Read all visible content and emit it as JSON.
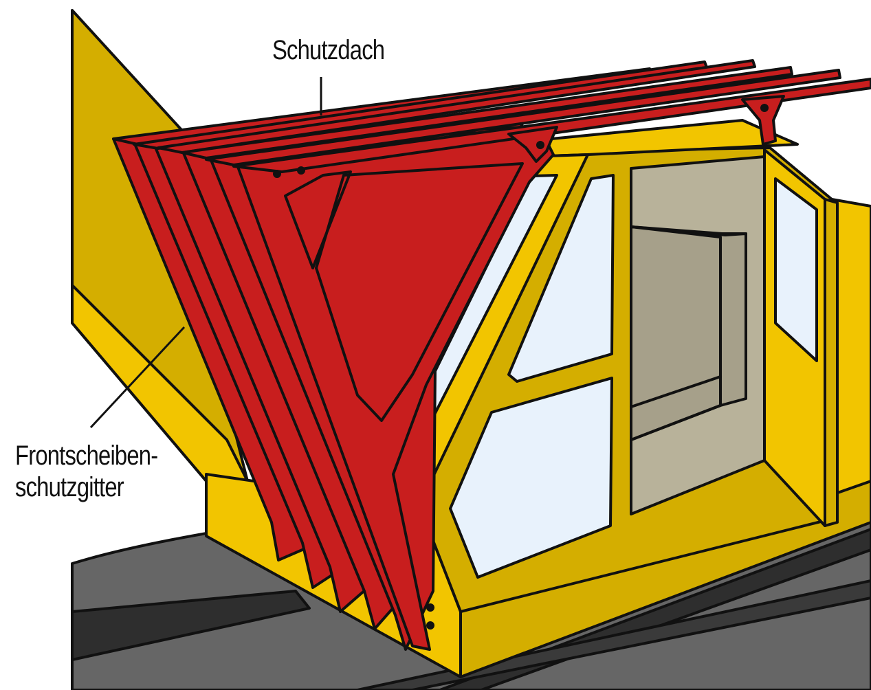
{
  "labels": {
    "roof": "Schutzdach",
    "front_line1": "Frontscheiben-",
    "front_line2": "schutzgitter"
  },
  "colors": {
    "cab_yellow": "#F2C500",
    "cab_yellow_dark": "#D4AE00",
    "guard_red": "#C81E1E",
    "glass": "#E8F2FC",
    "interior": "#B8B29A",
    "interior_dark": "#A6A08A",
    "track": "#666666",
    "track_dark": "#3A3A3A",
    "outline": "#111111"
  }
}
